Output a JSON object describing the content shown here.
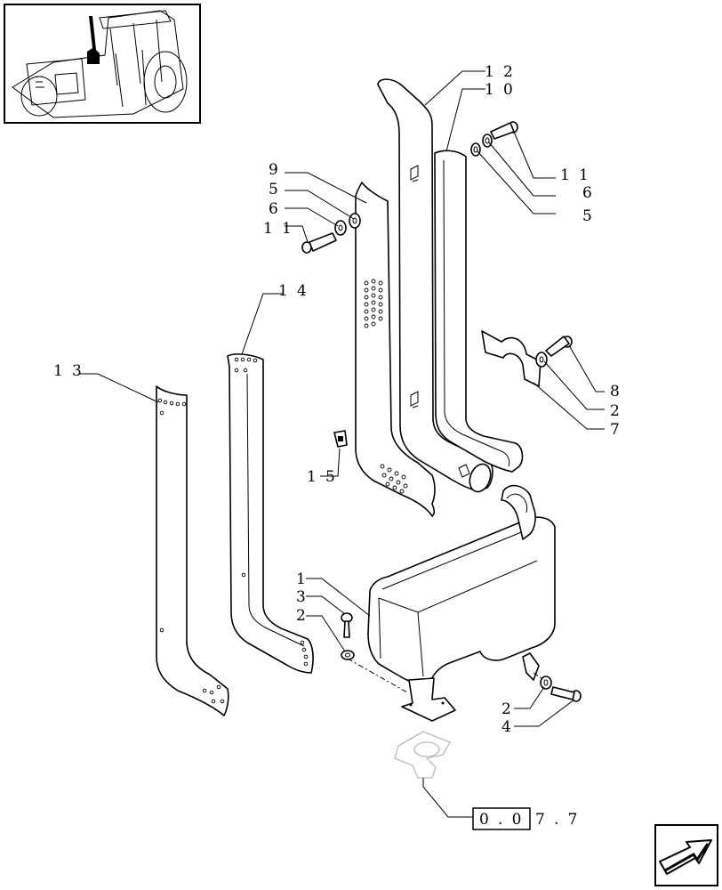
{
  "callouts": [
    {
      "id": "c12a",
      "text": "12"
    },
    {
      "id": "c10",
      "text": "10"
    },
    {
      "id": "c11r",
      "text": "11"
    },
    {
      "id": "c6r",
      "text": "6"
    },
    {
      "id": "c5r",
      "text": "5"
    },
    {
      "id": "c9",
      "text": "9"
    },
    {
      "id": "c5l",
      "text": "5"
    },
    {
      "id": "c6l",
      "text": "6"
    },
    {
      "id": "c11l",
      "text": "11"
    },
    {
      "id": "c14",
      "text": "14"
    },
    {
      "id": "c13",
      "text": "13"
    },
    {
      "id": "c8",
      "text": "8"
    },
    {
      "id": "c2a",
      "text": "2"
    },
    {
      "id": "c7",
      "text": "7"
    },
    {
      "id": "c15",
      "text": "15"
    },
    {
      "id": "c1",
      "text": "1"
    },
    {
      "id": "c3",
      "text": "3"
    },
    {
      "id": "c2b",
      "text": "2"
    },
    {
      "id": "c2c",
      "text": "2"
    },
    {
      "id": "c4",
      "text": "4"
    }
  ],
  "reference": {
    "boxed": "0.0",
    "rest": "7.7"
  },
  "icons": {
    "thumbnail": "tractor-thumbnail-icon",
    "nav": "next-page-arrow-icon"
  }
}
